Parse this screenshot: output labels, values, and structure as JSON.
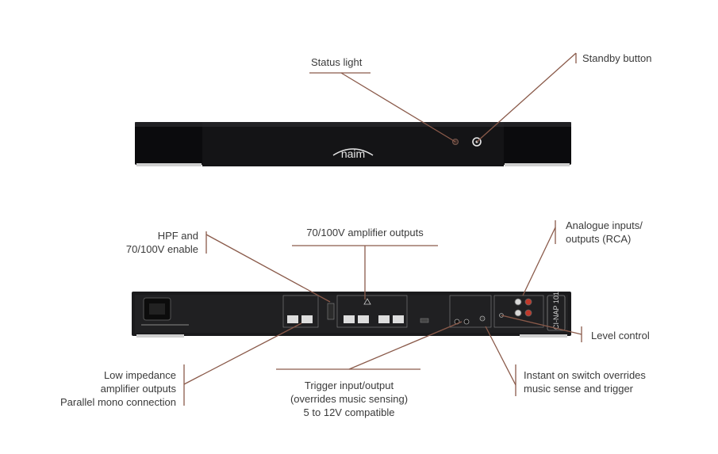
{
  "brand": {
    "logo_text": "naim",
    "model_badge": "CI-NAP 101"
  },
  "colors": {
    "leader": "#8a5a4a",
    "chassis": "#0b0b0d",
    "panel": "#1c1c1e",
    "rca_red": "#c0392b",
    "rca_white": "#d8d8d8",
    "standby_ring": "#e9e9e9"
  },
  "callouts": {
    "status_light": "Status light",
    "standby_button": "Standby button",
    "hpf_enable": [
      "HPF and",
      "70/100V enable"
    ],
    "amp_outputs_70_100v": "70/100V amplifier outputs",
    "analogue_io": [
      "Analogue inputs/",
      "outputs (RCA)"
    ],
    "level_control": "Level control",
    "low_impedance": [
      "Low impedance",
      "amplifier outputs",
      "Parallel mono connection"
    ],
    "trigger": [
      "Trigger input/output",
      "(overrides music sensing)",
      "5 to 12V compatible"
    ],
    "instant_on": [
      "Instant on switch overrides",
      "music sense and trigger"
    ]
  }
}
